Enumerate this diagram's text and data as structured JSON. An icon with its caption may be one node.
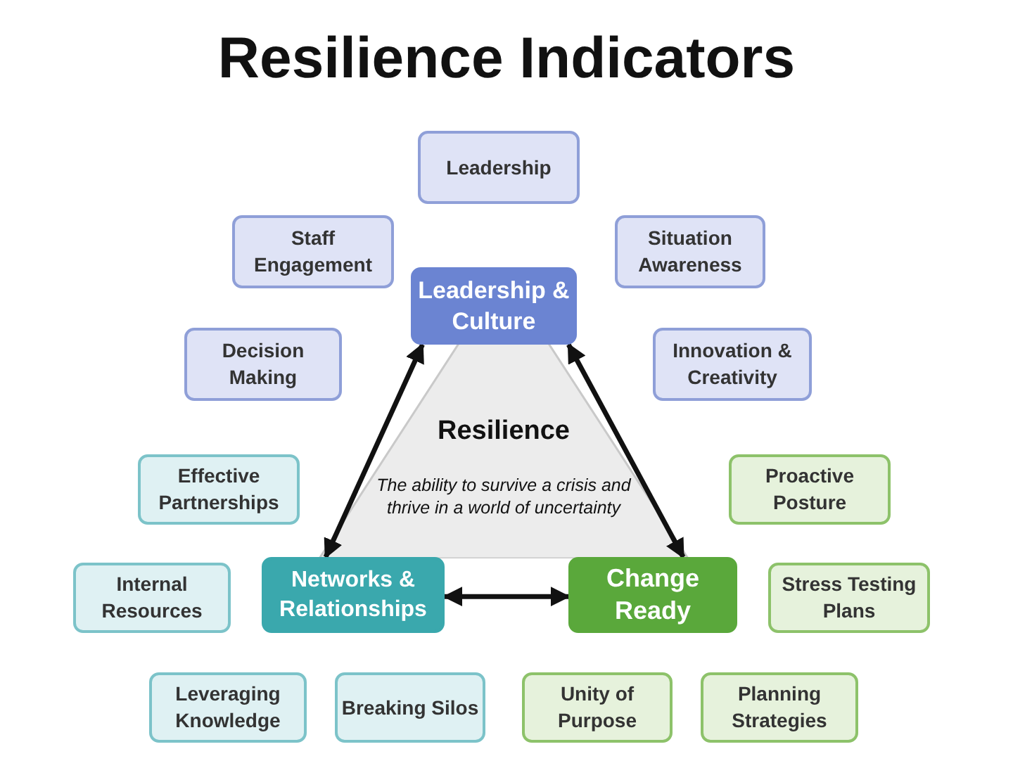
{
  "diagram": {
    "title": "Resilience Indicators",
    "nodes": [
      {
        "text": [
          "Leadership"
        ]
      },
      {
        "text": [
          "Staff Engagement"
        ]
      },
      {
        "text": [
          "Situation Awareness"
        ]
      },
      {
        "text": [
          "Leadership & Culture"
        ]
      },
      {
        "text": [
          "Decision Making"
        ]
      },
      {
        "text": [
          "Innovation & Creativity"
        ]
      },
      {
        "text": [
          "Resilience",
          "The ability to survive a crisis and thrive in a world of uncertainty"
        ]
      },
      {
        "text": [
          "Effective Partnerships"
        ]
      },
      {
        "text": [
          "Proactive Posture"
        ]
      },
      {
        "text": [
          "Internal Resources"
        ]
      },
      {
        "text": [
          "Networks & Relationships"
        ]
      },
      {
        "text": [
          "Change Ready"
        ]
      },
      {
        "text": [
          "Stress Testing Plans"
        ]
      },
      {
        "text": [
          "Leveraging Knowledge"
        ]
      },
      {
        "text": [
          "Breaking Silos"
        ]
      },
      {
        "text": [
          "Unity of Purpose"
        ]
      },
      {
        "text": [
          "Planning Strategies"
        ]
      }
    ],
    "edges": [
      {
        "from": 3,
        "to": 10,
        "arrow": "both"
      },
      {
        "from": 3,
        "to": 11,
        "arrow": "both"
      },
      {
        "from": 10,
        "to": 11,
        "arrow": "both"
      }
    ]
  }
}
